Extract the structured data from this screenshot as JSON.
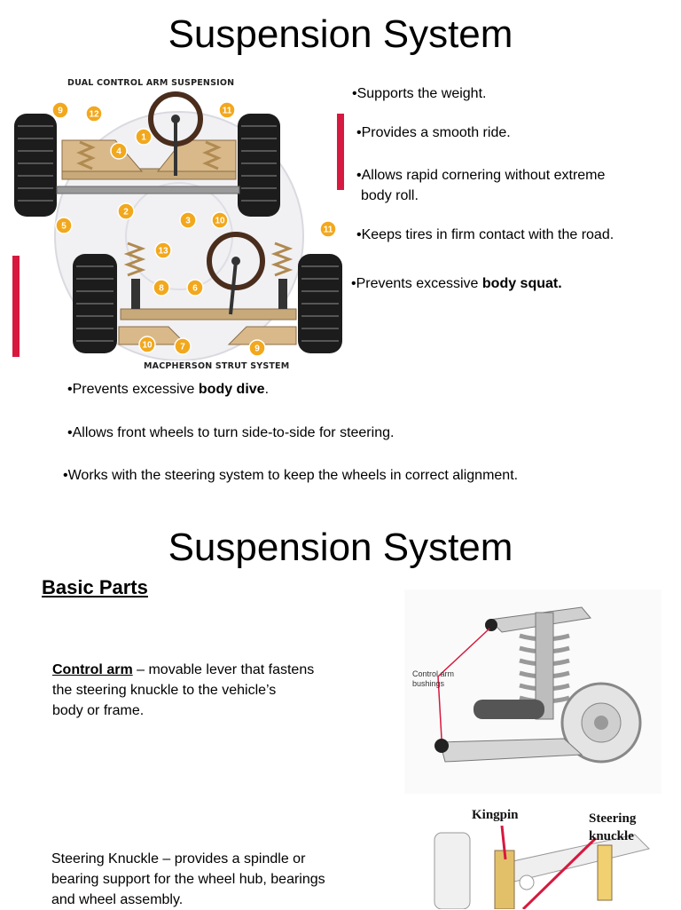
{
  "slide1": {
    "title": "Suspension System",
    "diagram": {
      "top_label": "DUAL CONTROL ARM SUSPENSION",
      "bottom_label": "MACPHERSON STRUT SYSTEM",
      "callouts_top": [
        "9",
        "12",
        "1",
        "11",
        "4",
        "5",
        "2",
        "3",
        "10"
      ],
      "callouts_bottom": [
        "13",
        "11",
        "8",
        "6",
        "10",
        "7",
        "9"
      ],
      "accent_color": "#d7193f",
      "callout_color": "#f2a81d"
    },
    "bullets_right": [
      {
        "text": "•Supports the weight.",
        "bold": ""
      },
      {
        "text": "•Provides a smooth ride.",
        "bold": ""
      },
      {
        "text": "•Allows rapid cornering without extreme",
        "line2": "body roll.",
        "bold": ""
      },
      {
        "text": "•Keeps tires in firm contact with the road.",
        "bold": ""
      },
      {
        "text": "•Prevents excessive ",
        "bold": "body squat."
      }
    ],
    "bullets_bottom": [
      {
        "text": "•Prevents excessive ",
        "bold": "body dive",
        "after": "."
      },
      {
        "text": "•Allows front wheels to turn side-to-side for steering."
      },
      {
        "text": "•Works with the steering system to keep the wheels in correct alignment."
      }
    ]
  },
  "slide2": {
    "title": "Suspension System",
    "heading": "Basic Parts",
    "control_arm": {
      "term": "Control arm",
      "rest_line1": " – movable lever that fastens",
      "line2": "the steering knuckle to the vehicle’s",
      "line3": "body or frame.",
      "image_label_line1": "Control arm",
      "image_label_line2": "bushings"
    },
    "steering_knuckle": {
      "line1": "Steering Knuckle – provides a spindle or",
      "line2": "bearing support for the wheel hub, bearings",
      "line3": "and wheel assembly.",
      "image_label_kingpin": "Kingpin",
      "image_label_knuckle_line1": "Steering",
      "image_label_knuckle_line2": "knuckle"
    }
  }
}
